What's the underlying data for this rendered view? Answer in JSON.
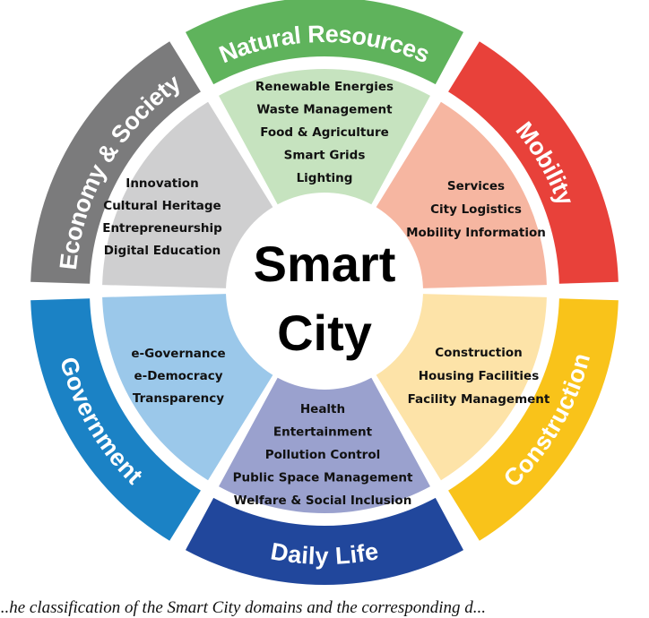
{
  "center": {
    "line1": "Smart",
    "line2": "City"
  },
  "caption": "...he classification of the Smart City domains and the corresponding d...",
  "domains": [
    {
      "key": "natural-resources",
      "label": "Natural Resources",
      "ring_color": "#5fb35c",
      "inner_color": "#c6e3bf",
      "items": [
        "Renewable Energies",
        "Waste Management",
        "Food & Agriculture",
        "Smart Grids",
        "Lighting"
      ]
    },
    {
      "key": "mobility",
      "label": "Mobility",
      "ring_color": "#e8413a",
      "inner_color": "#f6b6a1",
      "items": [
        "Services",
        "City Logistics",
        "Mobility Information"
      ]
    },
    {
      "key": "construction",
      "label": "Construction",
      "ring_color": "#f9c31a",
      "inner_color": "#fde3a8",
      "items": [
        "Construction",
        "Housing Facilities",
        "Facility Management"
      ]
    },
    {
      "key": "daily-life",
      "label": "Daily Life",
      "ring_color": "#21479c",
      "inner_color": "#9aa1ce",
      "items": [
        "Health",
        "Entertainment",
        "Pollution Control",
        "Public Space Management",
        "Welfare & Social Inclusion"
      ]
    },
    {
      "key": "government",
      "label": "Government",
      "ring_color": "#1b82c5",
      "inner_color": "#9bc8ea",
      "items": [
        "e-Governance",
        "e-Democracy",
        "Transparency"
      ]
    },
    {
      "key": "economy-society",
      "label": "Economy & Society",
      "ring_color": "#7b7b7c",
      "inner_color": "#cfcfd0",
      "items": [
        "Innovation",
        "Cultural Heritage",
        "Entrepreneurship",
        "Digital Education"
      ]
    }
  ]
}
